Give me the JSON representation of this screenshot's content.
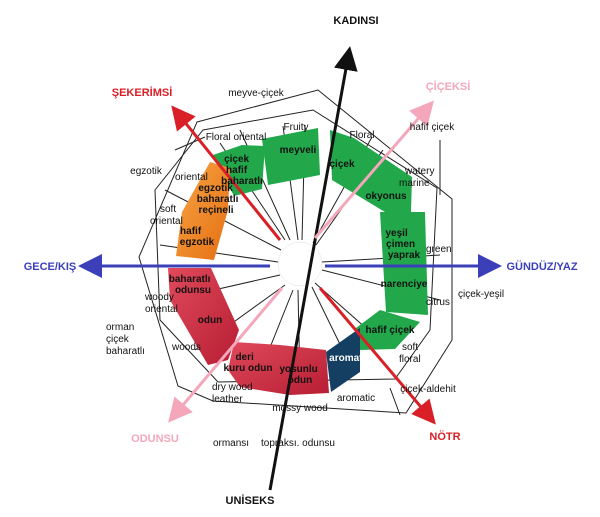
{
  "colors": {
    "green": "#22a84a",
    "orange": "#f0841f",
    "red": "#d6324a",
    "navy": "#143f63",
    "black": "#111111",
    "pink": "#f4a7bb",
    "crimson": "#d92027",
    "blue": "#3b3fb8"
  },
  "axes": {
    "top": "KADINSI",
    "bottom": "UNİSEKS",
    "left": "GECE/KIŞ",
    "right": "GÜNDÜZ/YAZ",
    "upper_left": "ŞEKERİMSİ",
    "upper_right": "ÇİÇEKSİ",
    "lower_left": "ODUNSU",
    "lower_right": "NÖTR"
  },
  "outer_labels": {
    "meyve_cicek": "meyve-çiçek",
    "hafif_cicek": "hafif çiçek",
    "egzotik": "egzotik",
    "cicek_yesil": "çiçek-yeşil",
    "orman_cicek_baharatli": [
      "orman",
      "çiçek",
      "baharatlı"
    ],
    "cicek_aldehit": "çiçek-aldehit",
    "ormansi": "ormansı",
    "topraksi_odunsu": "topraksı. odunsu"
  },
  "family_labels": {
    "floral_oriental": "Floral oriental",
    "fruity": "Fruity",
    "floral": "Floral",
    "watery_marine": [
      "watery",
      "marine"
    ],
    "oriental": "oriental",
    "soft_oriental": [
      "soft",
      "oriental"
    ],
    "green": "green",
    "citrus": "citrus",
    "woody_oriental": [
      "woody",
      "oriental"
    ],
    "woods": "woods",
    "soft_floral": [
      "soft",
      "floral"
    ],
    "aromatic": "aromatic",
    "dry_wood_leather": [
      "dry wood",
      "leather"
    ],
    "mossy_wood": "mossy wood"
  },
  "segment_labels": {
    "cicek_hafif_baharatli": [
      "çiçek",
      "hafif",
      "baharatlı"
    ],
    "meyveli": "meyveli",
    "cicek": "çiçek",
    "okyonus": "okyonus",
    "egzotik_baharatli_recineli": [
      "egzotik",
      "baharatlı",
      "reçineli"
    ],
    "hafif_egzotik": [
      "hafif",
      "egzotik"
    ],
    "yesil_cimen_yaprak": [
      "yeşil",
      "çimen",
      "yaprak"
    ],
    "narenciye": "narenciye",
    "baharatli_odunsu": [
      "baharatlı",
      "odunsu"
    ],
    "odun": "odun",
    "hafif_cicek": "hafif çiçek",
    "aromatik": "aromatik",
    "deri_kuru_odun": [
      "deri",
      "kuru odun"
    ],
    "yosunlu_odun": [
      "yosunlu",
      "odun"
    ]
  }
}
